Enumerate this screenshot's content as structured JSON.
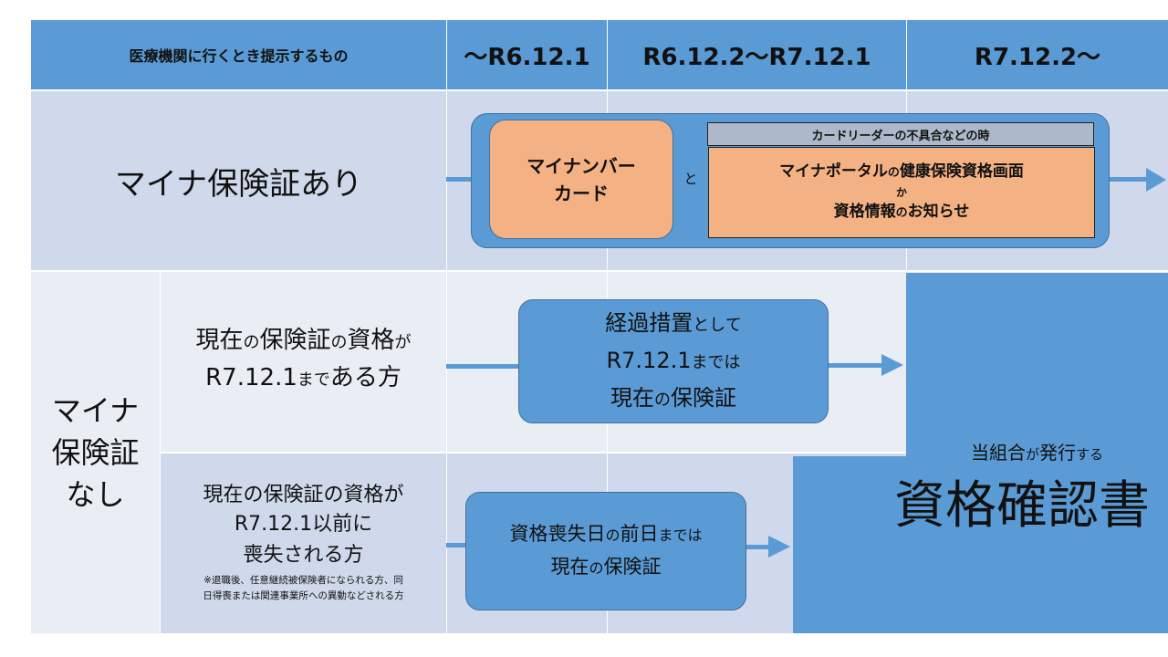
{
  "header": {
    "col0": "医療機関に行くとき提示するもの",
    "col1": "～R6.12.1",
    "col2": "R6.12.2～R7.12.1",
    "col3": "R7.12.2～"
  },
  "row_mynacard": {
    "label": "マイナ保険証あり",
    "card_line1": "マイナンバー",
    "card_line2": "カード",
    "and": "と",
    "reader_note": "カードリーダーの不具合などの時",
    "portal_a": "マイナポータル",
    "portal_b": "の",
    "portal_c": "健康保険資格画面",
    "or": "か",
    "notice_a": "資格情報",
    "notice_b": "の",
    "notice_c": "お知らせ"
  },
  "row_none": {
    "label_line1": "マイナ",
    "label_line2": "保険証",
    "label_line3": "なし",
    "sub1": {
      "l1a": "現在",
      "l1b": "の",
      "l1c": "保険証",
      "l1d": "の",
      "l1e": "資格",
      "l1f": "が",
      "l2a": "R7.12.1",
      "l2b": "まで",
      "l2c": "ある方"
    },
    "transitional": {
      "l1a": "経過措置",
      "l1b": "として",
      "l2a": "R7.12.1",
      "l2b": "までは",
      "l3a": "現在",
      "l3b": "の",
      "l3c": "保険証"
    },
    "sub2": {
      "l1": "現在の保険証の資格が",
      "l2": "R7.12.1以前に",
      "l3": "喪失される方",
      "note1": "※退職後、任意継続被保険者になられる方、同",
      "note2": "日得喪または関連事業所への異動などされる方"
    },
    "loss": {
      "l1a": "資格喪失日",
      "l1b": "の",
      "l1c": "前日",
      "l1d": "までは",
      "l2a": "現在",
      "l2b": "の",
      "l2c": "保険証"
    },
    "certificate": {
      "small_a": "当組合",
      "small_b": "が",
      "small_c": "発行",
      "small_d": "する",
      "big": "資格確認書"
    }
  },
  "colors": {
    "header_blue": "#5b9bd5",
    "row1_bg": "#cfd9eb",
    "row2_bg": "#e9edf4",
    "row3_bg": "#cfd9eb",
    "peach": "#f4b183",
    "gray_note": "#adb9ca"
  }
}
